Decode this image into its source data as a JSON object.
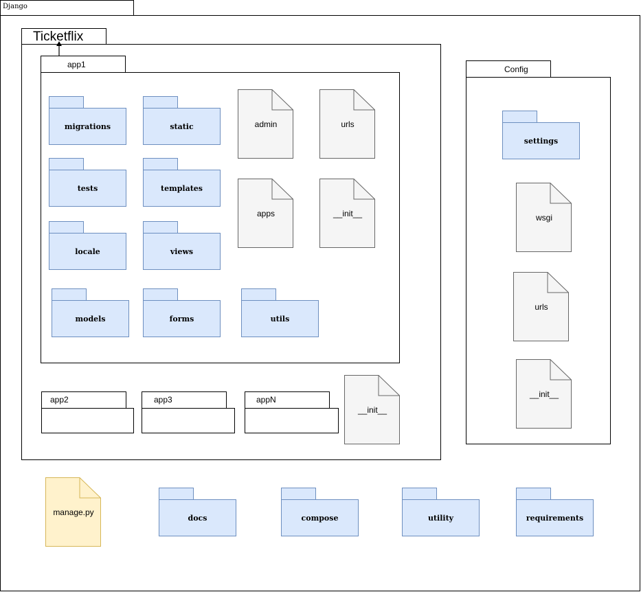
{
  "diagram": {
    "root_label": "Django",
    "project_label": "Ticketflix",
    "app1": {
      "label": "app1",
      "packages": [
        "migrations",
        "static",
        "tests",
        "templates",
        "locale",
        "views",
        "models",
        "forms",
        "utils"
      ],
      "files": [
        "admin",
        "urls",
        "apps",
        "__init__"
      ]
    },
    "apps": [
      "app2",
      "app3",
      "appN"
    ],
    "project_init": "__init__",
    "config": {
      "label": "Config",
      "package": "settings",
      "files": [
        "wsgi",
        "urls",
        "__init__"
      ]
    },
    "manage": "manage.py",
    "root_packages": [
      "docs",
      "compose",
      "utility",
      "requirements"
    ],
    "colors": {
      "package_fill": "#dae8fc",
      "package_stroke": "#6c8ebf",
      "file_fill": "#f5f5f5",
      "file_stroke": "#666666",
      "manage_fill": "#fff2cc",
      "manage_stroke": "#d6b656"
    }
  }
}
